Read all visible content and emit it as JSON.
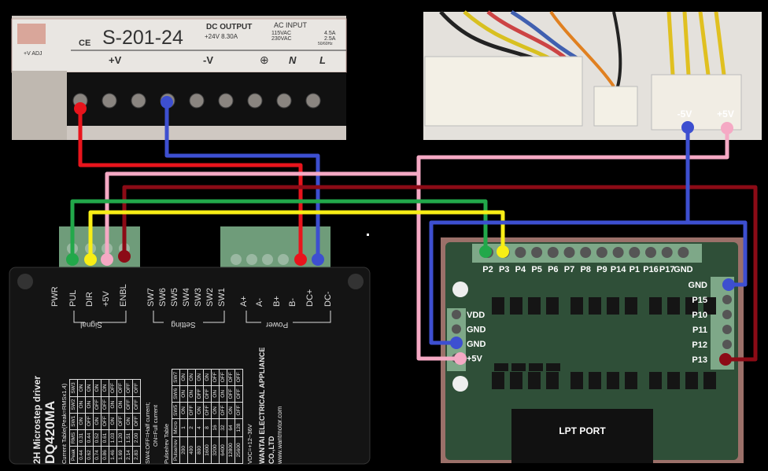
{
  "psu": {
    "model": "S-201-24",
    "dc_output": "DC OUTPUT",
    "dc_rating": "+24V 8.30A",
    "ac_input": "AC INPUT",
    "ac_115": "115VAC",
    "ac_115_amp": "4.5A",
    "ac_230": "230VAC",
    "ac_230_amp": "2.5A",
    "freq": "50/60Hz",
    "adj": "+V ADJ",
    "ce": "CE",
    "terminals": [
      "+V",
      "-V",
      "⊕",
      "N",
      "L"
    ]
  },
  "connector_photo": {
    "minus5": "-5V",
    "plus5": "+5V"
  },
  "driver": {
    "title": "2H Microstep driver",
    "model": "DQ420MA",
    "brand": "WANTAI",
    "signal_pins": [
      "PWR",
      "PUL",
      "DIR",
      "+5V",
      "ENBL"
    ],
    "signal_group": "Signal",
    "setting_pins": [
      "SW7",
      "SW6",
      "SW5",
      "SW4",
      "SW3",
      "SW2",
      "SW1"
    ],
    "setting_group": "Setting",
    "power_pins": [
      "A+",
      "A-",
      "B+",
      "B-",
      "DC+",
      "DC-"
    ],
    "power_group": "Power",
    "current_table": {
      "title": "Current Table(Peak=RMSx1.4)",
      "headers": [
        "Peak",
        "RMS",
        "SW1",
        "SW2",
        "SW3"
      ],
      "rows": [
        [
          "0.44",
          "0.31",
          "ON",
          "ON",
          "ON"
        ],
        [
          "0.62",
          "0.44",
          "OFF",
          "ON",
          "ON"
        ],
        [
          "0.74",
          "0.52",
          "ON",
          "OFF",
          "ON"
        ],
        [
          "0.86",
          "0.61",
          "OFF",
          "OFF",
          "ON"
        ],
        [
          "1.46",
          "1.03",
          "ON",
          "ON",
          "OFF"
        ],
        [
          "1.69",
          "1.20",
          "OFF",
          "ON",
          "OFF"
        ],
        [
          "2.14",
          "1.51",
          "ON",
          "OFF",
          "OFF"
        ],
        [
          "2.83",
          "2.00",
          "OFF",
          "OFF",
          "OFF"
        ]
      ]
    },
    "current_note_1": "SW4:OFF=Half current;",
    "current_note_2": "ON=Full current",
    "pulse_table": {
      "title": "Pulse/rev Table",
      "headers": [
        "Pulse/rev",
        "Micro",
        "SW5",
        "SW6",
        "SW7"
      ],
      "rows": [
        [
          "200",
          "1",
          "ON",
          "ON",
          "ON"
        ],
        [
          "400",
          "2",
          "OFF",
          "ON",
          "ON"
        ],
        [
          "800",
          "4",
          "ON",
          "OFF",
          "ON"
        ],
        [
          "1600",
          "8",
          "OFF",
          "OFF",
          "ON"
        ],
        [
          "3200",
          "16",
          "ON",
          "ON",
          "OFF"
        ],
        [
          "6400",
          "32",
          "OFF",
          "ON",
          "OFF"
        ],
        [
          "12800",
          "64",
          "ON",
          "OFF",
          "OFF"
        ],
        [
          "25600",
          "128",
          "OFF",
          "OFF",
          "OFF"
        ]
      ]
    },
    "vdc": "VDC=+12~36V",
    "company": "WANTAI ELECTRICAL APPLIANCE CO.,LTD",
    "website": "www.wantmotor.com"
  },
  "board": {
    "top_pins": [
      "P2",
      "P3",
      "P4",
      "P5",
      "P6",
      "P7",
      "P8",
      "P9",
      "P14",
      "P1",
      "P16",
      "P17",
      "GND"
    ],
    "right_pins": [
      "GND",
      "P15",
      "P10",
      "P11",
      "P12",
      "P13"
    ],
    "left_pins": [
      "VDD",
      "GND",
      "GND",
      "+5V"
    ],
    "port_label": "LPT PORT"
  },
  "wire_colors": {
    "red": "#e8141c",
    "blue": "#3d4fd0",
    "pink": "#f5a9c4",
    "darkred": "#8c0b16",
    "green": "#22a84a",
    "yellow": "#f8ee16"
  }
}
